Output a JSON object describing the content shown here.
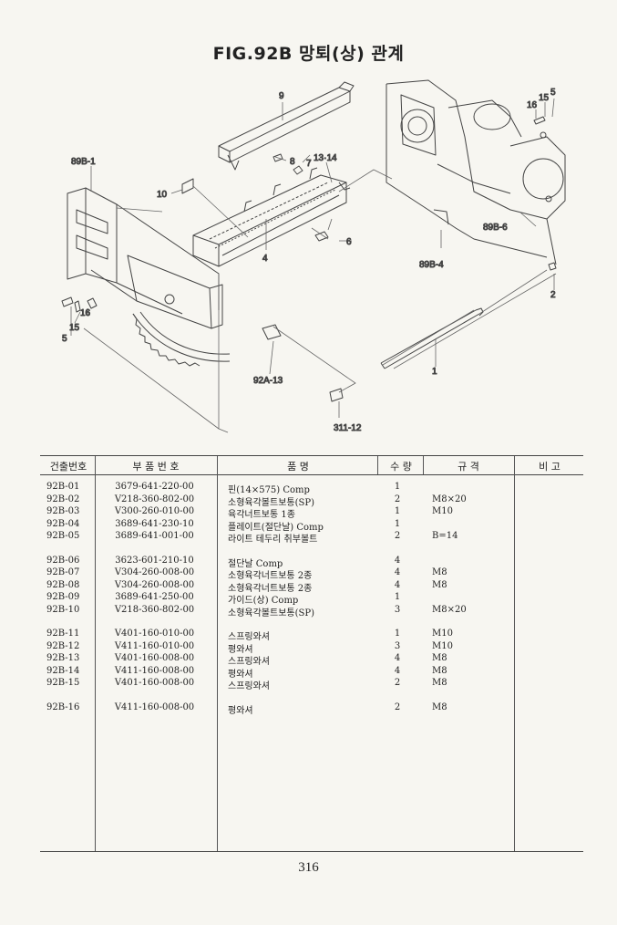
{
  "title": "FIG.92B 망퇴(상) 관계",
  "callouts": {
    "c9": "9",
    "c89b1": "89B-1",
    "c10": "10",
    "c8": "8",
    "c7": "7",
    "c1314": "13·14",
    "c16a": "16",
    "c15a": "15",
    "c5a": "5",
    "c89b6": "89B-6",
    "c89b4": "89B-4",
    "c6": "6",
    "c4": "4",
    "c2": "2",
    "c16b": "16",
    "c15b": "15",
    "c5b": "5",
    "c92a13": "92A-13",
    "c1": "1",
    "c31112": "311-12"
  },
  "table": {
    "headers": {
      "ref": "건출번호",
      "part": "부 품 번 호",
      "name": "품 명",
      "qty": "수 량",
      "spec": "규 격",
      "note": "비 고"
    },
    "groups": [
      [
        {
          "ref": "92B-01",
          "part": "3679-641-220-00",
          "name": "핀(14×575) Comp",
          "qty": "1",
          "spec": ""
        },
        {
          "ref": "92B-02",
          "part": "V218-360-802-00",
          "name": "소형육각볼트보통(SP)",
          "qty": "2",
          "spec": "M8×20"
        },
        {
          "ref": "92B-03",
          "part": "V300-260-010-00",
          "name": "육각너트보통 1종",
          "qty": "1",
          "spec": "M10"
        },
        {
          "ref": "92B-04",
          "part": "3689-641-230-10",
          "name": "플레이트(절단날) Comp",
          "qty": "1",
          "spec": ""
        },
        {
          "ref": "92B-05",
          "part": "3689-641-001-00",
          "name": "라이트 테두리 취부볼트",
          "qty": "2",
          "spec": "B=14"
        }
      ],
      [
        {
          "ref": "92B-06",
          "part": "3623-601-210-10",
          "name": "절단날 Comp",
          "qty": "4",
          "spec": ""
        },
        {
          "ref": "92B-07",
          "part": "V304-260-008-00",
          "name": "소형육각너트보통 2종",
          "qty": "4",
          "spec": "M8"
        },
        {
          "ref": "92B-08",
          "part": "V304-260-008-00",
          "name": "소형육각너트보통 2종",
          "qty": "4",
          "spec": "M8"
        },
        {
          "ref": "92B-09",
          "part": "3689-641-250-00",
          "name": "가이드(상) Comp",
          "qty": "1",
          "spec": ""
        },
        {
          "ref": "92B-10",
          "part": "V218-360-802-00",
          "name": "소형육각볼트보통(SP)",
          "qty": "3",
          "spec": "M8×20"
        }
      ],
      [
        {
          "ref": "92B-11",
          "part": "V401-160-010-00",
          "name": "스프링와셔",
          "qty": "1",
          "spec": "M10"
        },
        {
          "ref": "92B-12",
          "part": "V411-160-010-00",
          "name": "평와셔",
          "qty": "3",
          "spec": "M10"
        },
        {
          "ref": "92B-13",
          "part": "V401-160-008-00",
          "name": "스프링와셔",
          "qty": "4",
          "spec": "M8"
        },
        {
          "ref": "92B-14",
          "part": "V411-160-008-00",
          "name": "평와셔",
          "qty": "4",
          "spec": "M8"
        },
        {
          "ref": "92B-15",
          "part": "V401-160-008-00",
          "name": "스프링와셔",
          "qty": "2",
          "spec": "M8"
        }
      ],
      [
        {
          "ref": "92B-16",
          "part": "V411-160-008-00",
          "name": "평와셔",
          "qty": "2",
          "spec": "M8"
        }
      ]
    ]
  },
  "page_number": "316"
}
